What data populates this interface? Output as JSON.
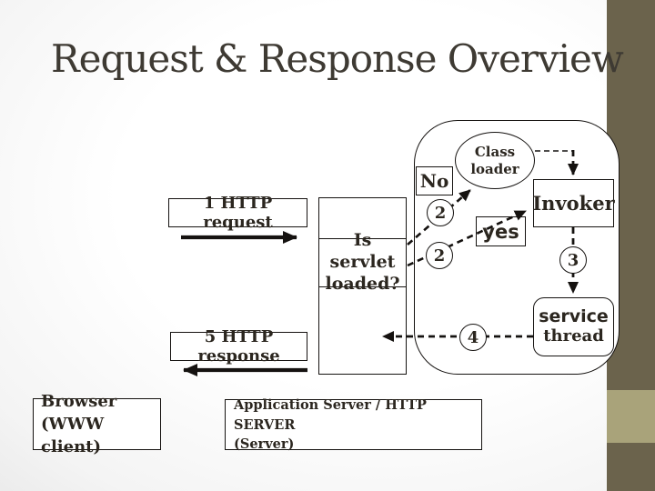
{
  "slide": {
    "title": "Request & Response Overview"
  },
  "diagram": {
    "request_label": "1 HTTP request",
    "response_label": "5 HTTP response",
    "is_servlet_loaded": "Is servlet\nloaded?",
    "no_label": "No",
    "yes_label": "yes",
    "class_loader": "Class\nloader",
    "invoker_label": "Invoker",
    "service_label": "service",
    "thread_label": "thread",
    "steps": {
      "step2_classloader": "2",
      "step2_invoker": "2",
      "step3": "3",
      "step4": "4"
    },
    "browser_label": "Browser\n(WWW client)",
    "app_server_label": "Application Server / HTTP SERVER\n(Server)"
  },
  "colors": {
    "sidebar_dark": "#6b634c",
    "sidebar_light": "#a9a37a",
    "line": "#151210",
    "text": "#2b261f",
    "title": "#3e3a33"
  }
}
